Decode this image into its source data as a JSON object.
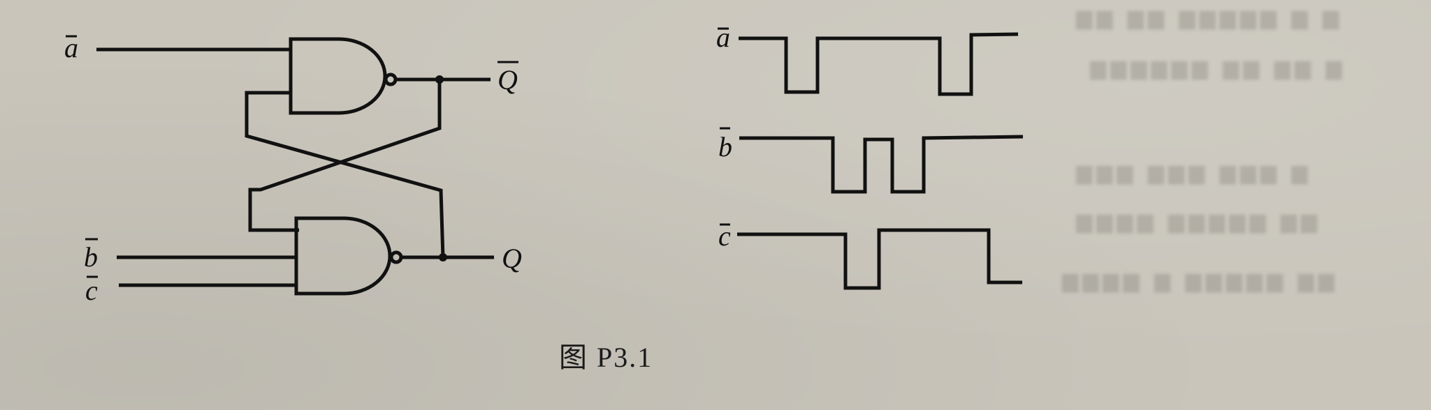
{
  "figure": {
    "caption": "图 P3.1",
    "circuit": {
      "type": "cross-coupled NAND latch",
      "inputs": [
        {
          "name": "a",
          "label": "a",
          "inverted": true
        },
        {
          "name": "b",
          "label": "b",
          "inverted": true
        },
        {
          "name": "c",
          "label": "c",
          "inverted": true
        }
      ],
      "outputs": [
        {
          "name": "Qbar",
          "label": "Q",
          "inverted": true
        },
        {
          "name": "Q",
          "label": "Q",
          "inverted": false
        }
      ],
      "gates": [
        {
          "id": "G1",
          "kind": "NAND",
          "inputs": [
            "a_bar",
            "Q"
          ],
          "output": "Q_bar"
        },
        {
          "id": "G2",
          "kind": "NAND",
          "inputs": [
            "Q_bar",
            "b_bar",
            "c_bar"
          ],
          "output": "Q"
        }
      ]
    },
    "waveforms": [
      {
        "label": "a",
        "inverted": true,
        "levels": [
          1,
          0,
          1,
          0,
          1
        ]
      },
      {
        "label": "b",
        "inverted": true,
        "levels": [
          1,
          0,
          1,
          0,
          1
        ]
      },
      {
        "label": "c",
        "inverted": true,
        "levels": [
          1,
          0,
          1,
          0
        ]
      }
    ]
  },
  "colors": {
    "ink": "#111111",
    "paper": "#c9c5bb"
  }
}
